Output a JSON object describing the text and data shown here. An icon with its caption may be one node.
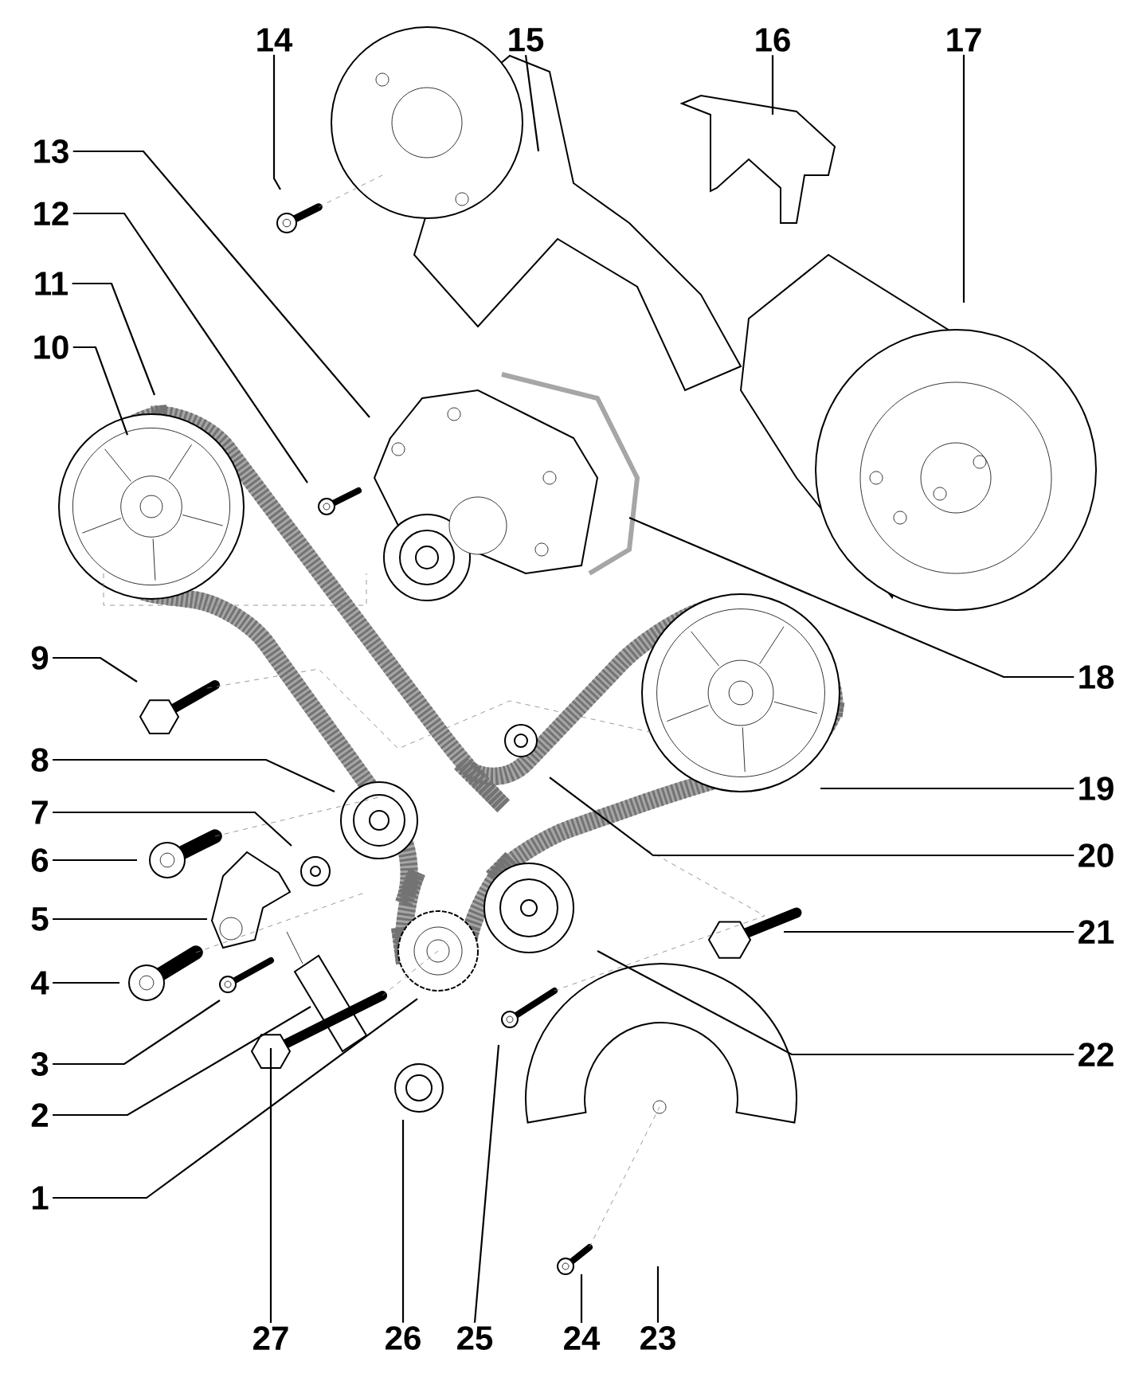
{
  "diagram": {
    "nodes": [
      {
        "text": [
          "14"
        ]
      },
      {
        "text": [
          "15"
        ]
      },
      {
        "text": [
          "16"
        ]
      },
      {
        "text": [
          "17"
        ]
      },
      {
        "text": [
          "13"
        ]
      },
      {
        "text": [
          "12"
        ]
      },
      {
        "text": [
          "11"
        ]
      },
      {
        "text": [
          "10"
        ]
      },
      {
        "text": [
          "18"
        ]
      },
      {
        "text": [
          "9"
        ]
      },
      {
        "text": [
          "19"
        ]
      },
      {
        "text": [
          "8"
        ]
      },
      {
        "text": [
          "7"
        ]
      },
      {
        "text": [
          "20"
        ]
      },
      {
        "text": [
          "6"
        ]
      },
      {
        "text": [
          "5"
        ]
      },
      {
        "text": [
          "21"
        ]
      },
      {
        "text": [
          "4"
        ]
      },
      {
        "text": [
          "3"
        ]
      },
      {
        "text": [
          "2"
        ]
      },
      {
        "text": [
          "22"
        ]
      },
      {
        "text": [
          "1"
        ]
      },
      {
        "text": [
          "27"
        ]
      },
      {
        "text": [
          "26"
        ]
      },
      {
        "text": [
          "25"
        ]
      },
      {
        "text": [
          "24"
        ]
      },
      {
        "text": [
          "23"
        ]
      }
    ],
    "edges": [
      {
        "from": 0,
        "to": null,
        "arrow": "none"
      },
      {
        "from": 1,
        "to": null,
        "arrow": "none"
      },
      {
        "from": 2,
        "to": null,
        "arrow": "none"
      },
      {
        "from": 3,
        "to": null,
        "arrow": "none"
      },
      {
        "from": 4,
        "to": null,
        "arrow": "none"
      },
      {
        "from": 5,
        "to": null,
        "arrow": "none"
      },
      {
        "from": 6,
        "to": null,
        "arrow": "none"
      },
      {
        "from": 7,
        "to": null,
        "arrow": "none"
      },
      {
        "from": 8,
        "to": null,
        "arrow": "none"
      },
      {
        "from": 9,
        "to": null,
        "arrow": "none"
      },
      {
        "from": 10,
        "to": null,
        "arrow": "none"
      },
      {
        "from": 11,
        "to": null,
        "arrow": "none"
      },
      {
        "from": 12,
        "to": null,
        "arrow": "none"
      },
      {
        "from": 13,
        "to": null,
        "arrow": "none"
      },
      {
        "from": 14,
        "to": null,
        "arrow": "none"
      },
      {
        "from": 15,
        "to": null,
        "arrow": "none"
      },
      {
        "from": 16,
        "to": null,
        "arrow": "none"
      },
      {
        "from": 17,
        "to": null,
        "arrow": "none"
      },
      {
        "from": 18,
        "to": null,
        "arrow": "none"
      },
      {
        "from": 19,
        "to": null,
        "arrow": "none"
      },
      {
        "from": 20,
        "to": null,
        "arrow": "none"
      },
      {
        "from": 21,
        "to": null,
        "arrow": "none"
      },
      {
        "from": 22,
        "to": null,
        "arrow": "none"
      },
      {
        "from": 23,
        "to": null,
        "arrow": "none"
      },
      {
        "from": 24,
        "to": null,
        "arrow": "none"
      },
      {
        "from": 25,
        "to": null,
        "arrow": "none"
      },
      {
        "from": 26,
        "to": null,
        "arrow": "none"
      }
    ]
  }
}
